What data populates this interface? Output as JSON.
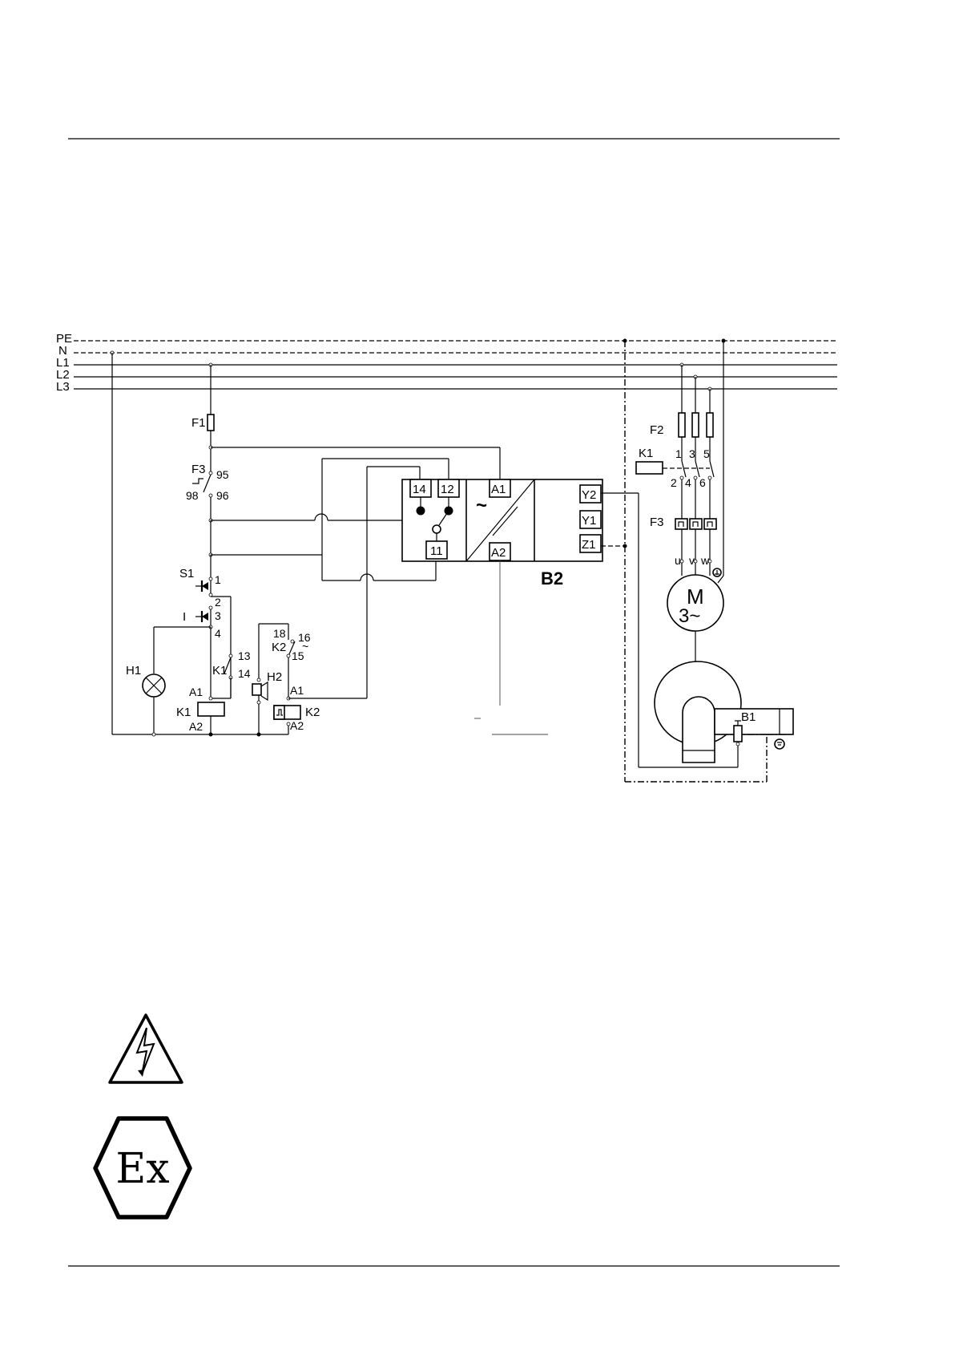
{
  "buses": [
    "PE",
    "N",
    "L1",
    "L2",
    "L3"
  ],
  "components": {
    "F1": "F1",
    "F3_control": "F3",
    "F3_95": "95",
    "F3_96": "96",
    "F3_98": "98",
    "S1": "S1",
    "S1_1": "1",
    "S1_2": "2",
    "I": "I",
    "I_3": "3",
    "I_4": "4",
    "H1": "H1",
    "K1_aux": "K1",
    "K1_13": "13",
    "K1_14": "14",
    "K1_coil": "K1",
    "K1_A1": "A1",
    "K1_A2": "A2",
    "H2": "H2",
    "K2_contact": "K2",
    "K2_18": "18",
    "K2_16": "16",
    "K2_15": "15",
    "K2_tilde": "~",
    "K2_coil": "K2",
    "K2_A1": "A1",
    "K2_A2": "A2",
    "B2": "B2",
    "B2_14": "14",
    "B2_12": "12",
    "B2_11": "11",
    "B2_A1": "A1",
    "B2_A2": "A2",
    "B2_tilde": "~",
    "B2_Y2": "Y2",
    "B2_Y1": "Y1",
    "B2_Z1": "Z1",
    "F2": "F2",
    "K1_main": "K1",
    "pole_1": "1",
    "pole_3": "3",
    "pole_5": "5",
    "pole_2": "2",
    "pole_4": "4",
    "pole_6": "6",
    "F3_main": "F3",
    "motor_u": "u",
    "motor_v": "v",
    "motor_w": "w",
    "motor_M": "M",
    "motor_3": "3~",
    "B1": "B1"
  },
  "icons": [
    "high-voltage-warning-icon",
    "ex-explosion-protection-icon"
  ],
  "icon_text": {
    "ex": "Ex"
  }
}
